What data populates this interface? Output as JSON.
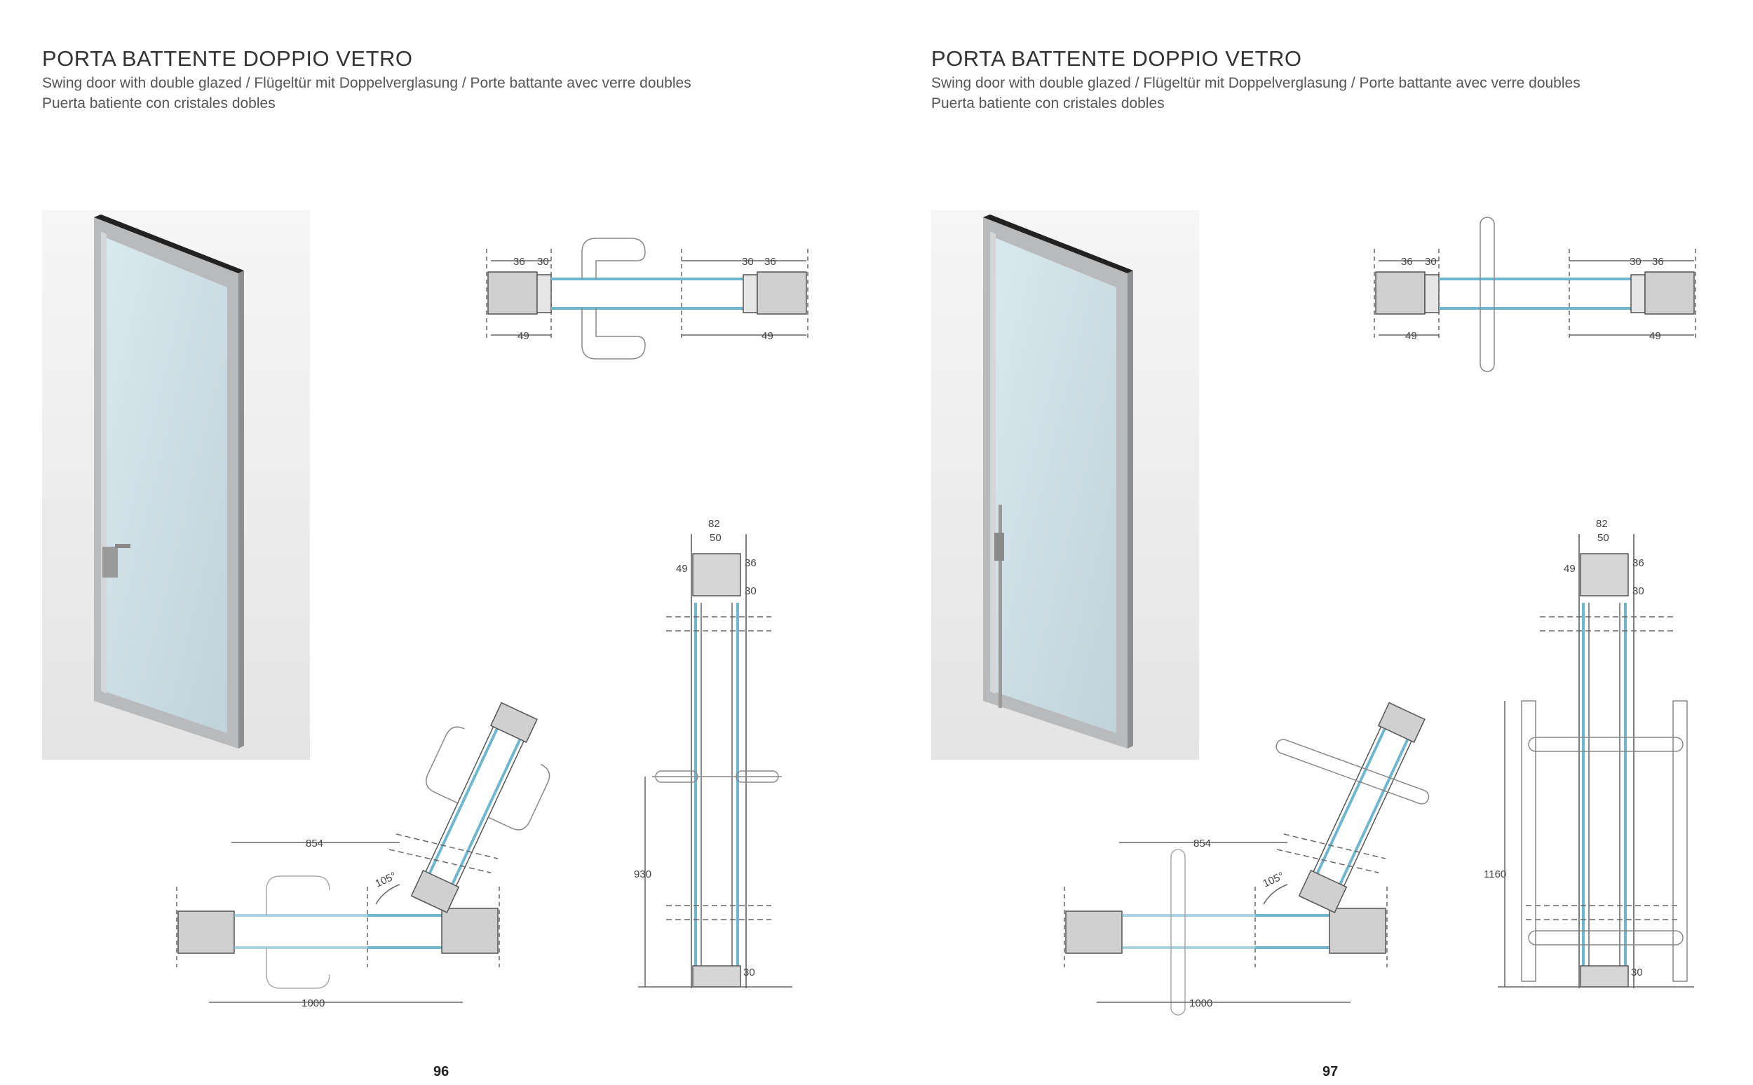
{
  "pages": [
    {
      "title": "PORTA BATTENTE DOPPIO VETRO",
      "subtitle_line1": "Swing door with double glazed / Flügeltür mit Doppelverglasung / Porte battante avec verre doubles",
      "subtitle_line2": "Puerta batiente con cristales dobles",
      "page_number": "96",
      "handle": "lever",
      "dims": {
        "top_left": "36",
        "top_left2": "30",
        "top_right": "30",
        "top_right2": "36",
        "bottom_left": "49",
        "bottom_right": "49",
        "w82": "82",
        "w50": "50",
        "d49": "49",
        "d36": "36",
        "d30a": "30",
        "d30b": "30",
        "height": "930",
        "open_width": "854",
        "angle": "105°",
        "door_width": "1000"
      }
    },
    {
      "title": "PORTA BATTENTE DOPPIO VETRO",
      "subtitle_line1": "Swing door with double glazed / Flügeltür mit Doppelverglasung / Porte battante avec verre doubles",
      "subtitle_line2": "Puerta batiente con cristales dobles",
      "page_number": "97",
      "handle": "pull-bar",
      "dims": {
        "top_left": "36",
        "top_left2": "30",
        "top_right": "30",
        "top_right2": "36",
        "bottom_left": "49",
        "bottom_right": "49",
        "w82": "82",
        "w50": "50",
        "d49": "49",
        "d36": "36",
        "d30a": "30",
        "d30b": "30",
        "height": "1160",
        "open_width": "854",
        "angle": "105°",
        "door_width": "1000"
      }
    }
  ],
  "colors": {
    "glass": "#9fd0e0",
    "frame": "#555555",
    "line": "#666666",
    "photo_bg": "#efefef"
  }
}
